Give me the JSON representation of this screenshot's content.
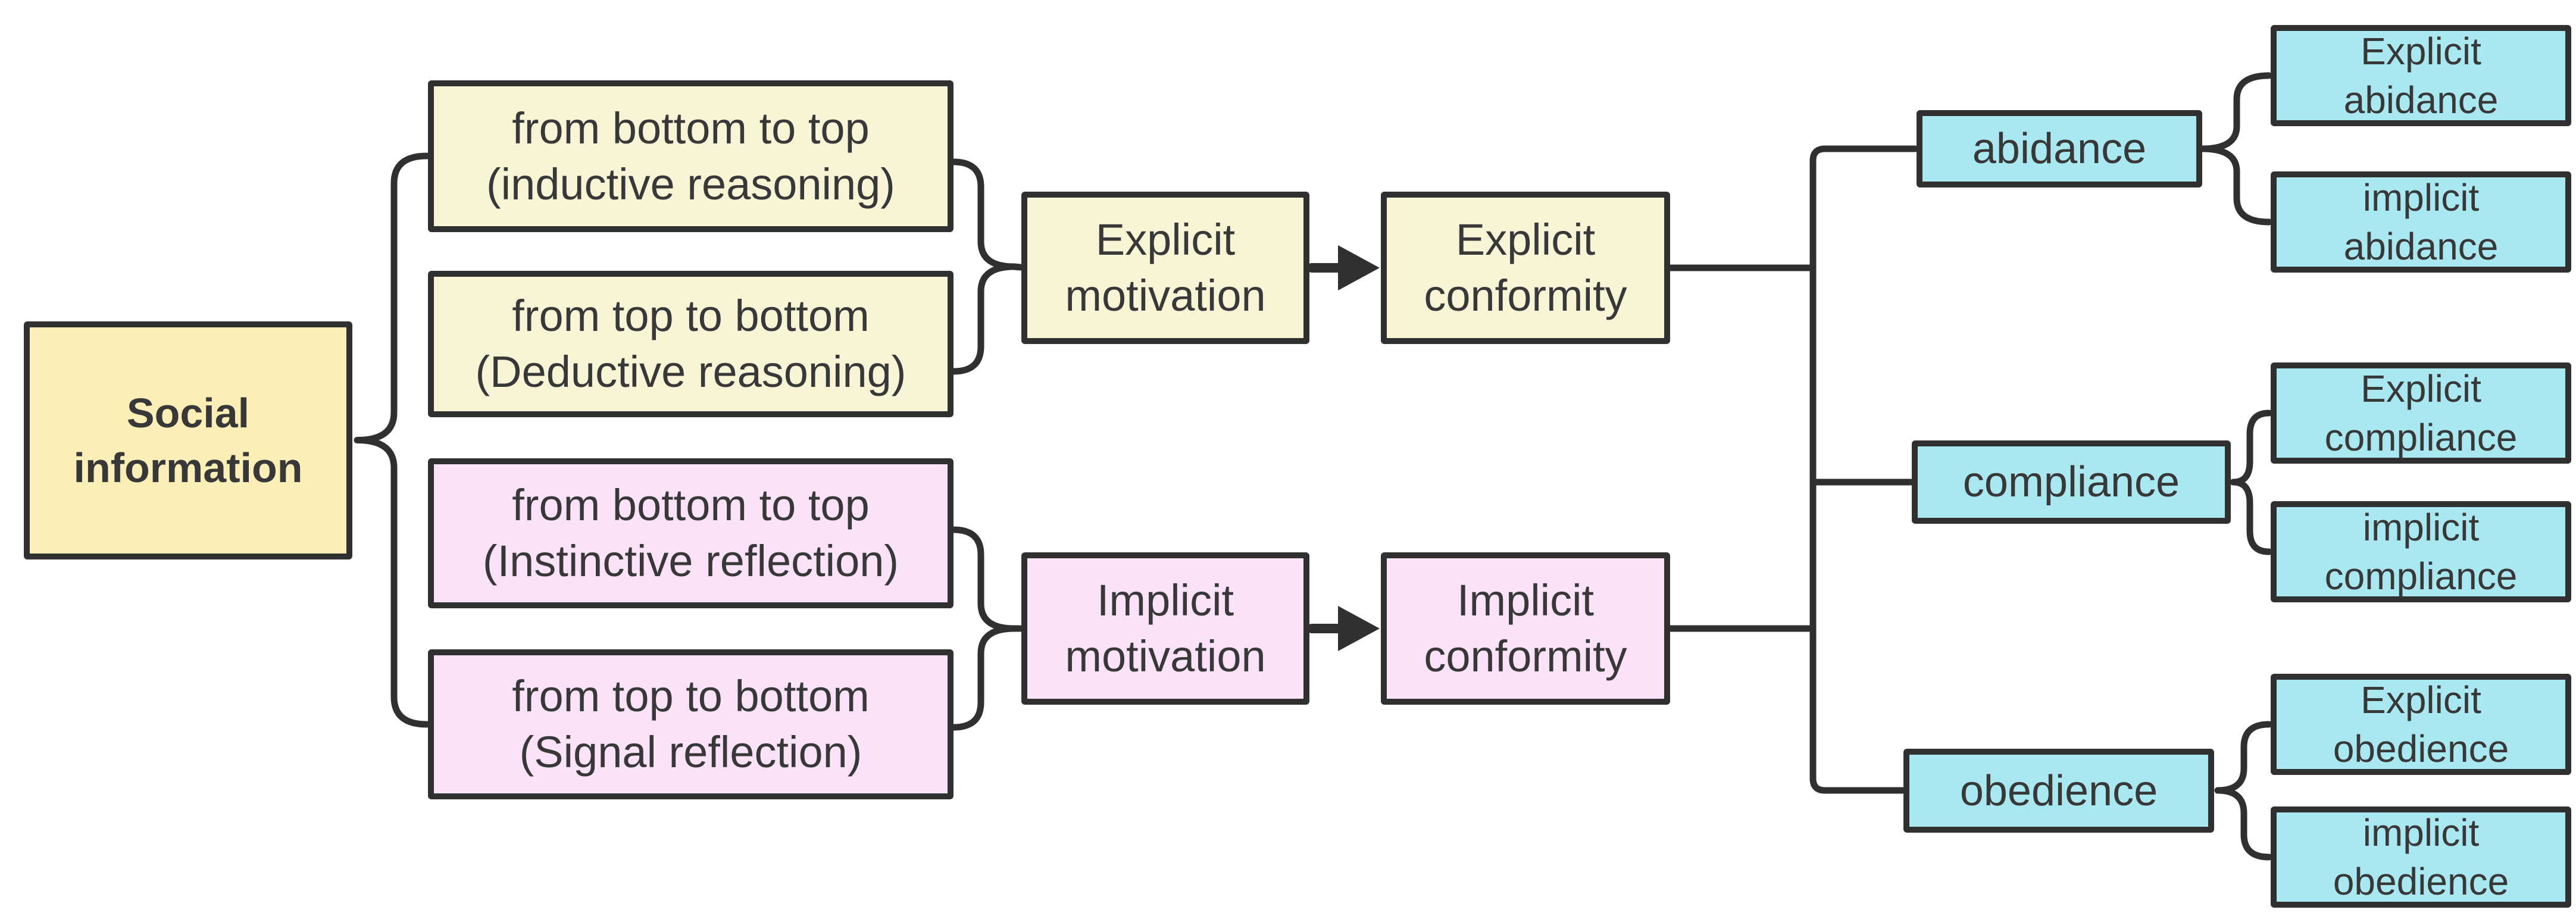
{
  "palette": {
    "yellow_strong": "#FBEFB7",
    "yellow_pale": "#F8F5D6",
    "pink": "#FAE3F8",
    "cyan": "#A9E7F1",
    "line": "#303030",
    "text": "#383838"
  },
  "nodes": {
    "social_information": {
      "line1": "Social",
      "line2": "information",
      "color": "yellow_strong",
      "bold": true
    },
    "inductive": {
      "line1": "from bottom to top",
      "line2": "(inductive reasoning)",
      "color": "yellow_pale"
    },
    "deductive": {
      "line1": "from top to bottom",
      "line2": "(Deductive reasoning)",
      "color": "yellow_pale"
    },
    "instinctive": {
      "line1": "from bottom to top",
      "line2": "(Instinctive reflection)",
      "color": "pink"
    },
    "signal": {
      "line1": "from top to bottom",
      "line2": "(Signal reflection)",
      "color": "pink"
    },
    "explicit_motivation": {
      "line1": "Explicit",
      "line2": "motivation",
      "color": "yellow_pale"
    },
    "explicit_conformity": {
      "line1": "Explicit",
      "line2": "conformity",
      "color": "yellow_pale"
    },
    "implicit_motivation": {
      "line1": "Implicit",
      "line2": "motivation",
      "color": "pink"
    },
    "implicit_conformity": {
      "line1": "Implicit",
      "line2": "conformity",
      "color": "pink"
    },
    "abidance": {
      "line1": "abidance",
      "color": "cyan"
    },
    "compliance": {
      "line1": "compliance",
      "color": "cyan"
    },
    "obedience": {
      "line1": "obedience",
      "color": "cyan"
    },
    "explicit_abidance": {
      "line1": "Explicit",
      "line2": "abidance",
      "color": "cyan"
    },
    "implicit_abidance": {
      "line1": "implicit",
      "line2": "abidance",
      "color": "cyan"
    },
    "explicit_compliance": {
      "line1": "Explicit",
      "line2": "compliance",
      "color": "cyan"
    },
    "implicit_compliance": {
      "line1": "implicit",
      "line2": "compliance",
      "color": "cyan"
    },
    "explicit_obedience": {
      "line1": "Explicit",
      "line2": "obedience",
      "color": "cyan"
    },
    "implicit_obedience": {
      "line1": "implicit",
      "line2": "obedience",
      "color": "cyan"
    }
  }
}
